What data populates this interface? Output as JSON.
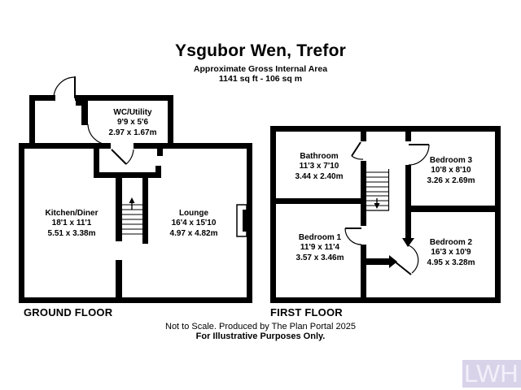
{
  "header": {
    "title": "Ysgubor Wen, Trefor",
    "subtitle": "Approximate Gross Internal Area",
    "area": "1141 sq ft - 106 sq m"
  },
  "ground_floor": {
    "label": "GROUND FLOOR",
    "rooms": [
      {
        "name": "WC/Utility",
        "imperial": "9'9 x 5'6",
        "metric": "2.97 x 1.67m"
      },
      {
        "name": "Kitchen/Diner",
        "imperial": "18'1 x 11'1",
        "metric": "5.51 x 3.38m"
      },
      {
        "name": "Lounge",
        "imperial": "16'4 x 15'10",
        "metric": "4.97 x 4.82m"
      }
    ]
  },
  "first_floor": {
    "label": "FIRST FLOOR",
    "rooms": [
      {
        "name": "Bathroom",
        "imperial": "11'3 x 7'10",
        "metric": "3.44 x 2.40m"
      },
      {
        "name": "Bedroom 3",
        "imperial": "10'8 x 8'10",
        "metric": "3.26 x 2.69m"
      },
      {
        "name": "Bedroom 1",
        "imperial": "11'9 x 11'4",
        "metric": "3.57 x 3.46m"
      },
      {
        "name": "Bedroom 2",
        "imperial": "16'3 x 10'9",
        "metric": "4.95 x 3.28m"
      }
    ]
  },
  "footer": {
    "note": "Not to Scale. Produced by The Plan Portal 2025",
    "disclaimer": "For Illustrative Purposes Only."
  },
  "watermark": {
    "text": "LWH"
  },
  "colors": {
    "wall": "#000000",
    "background": "#ffffff",
    "text": "#000000",
    "watermark_bg": "#d9d3ea",
    "watermark_text": "#f3f0fa"
  }
}
